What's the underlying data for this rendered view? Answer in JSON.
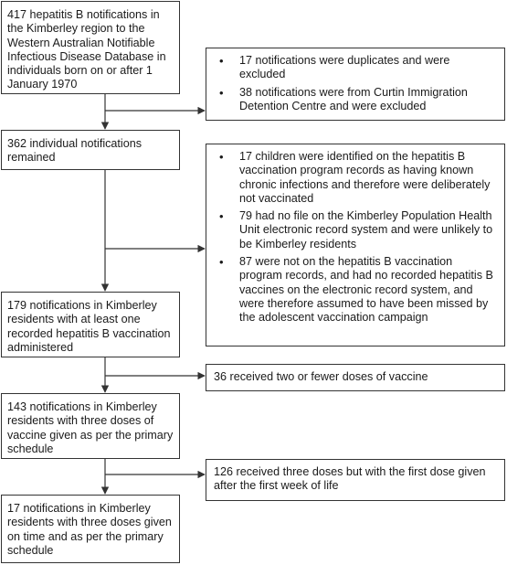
{
  "flow": {
    "step1": "417 hepatitis B notifications in the Kimberley region to the Western Australian Notifiable Infectious Disease Database in individuals born on or after 1 January 1970",
    "exclusion1": [
      "17 notifications were duplicates and were excluded",
      "38 notifications were from Curtin Immigration Detention Centre and were excluded"
    ],
    "step2": "362 individual notifications remained",
    "exclusion2": [
      "17 children were identified on the hepatitis B vaccination program records as having known chronic infections and therefore were deliberately not vaccinated",
      "79 had no file on the Kimberley Population Health Unit electronic record system and were unlikely to be Kimberley residents",
      "87 were not on the hepatitis B vaccination program records, and had no recorded hepatitis B vaccines on the electronic record system, and were therefore assumed to have been missed by the adolescent vaccination campaign"
    ],
    "step3": "179 notifications in Kimberley residents with at least one recorded hepatitis B vaccination administered",
    "exclusion3": "36 received two or fewer doses of vaccine",
    "step4": "143 notifications in Kimberley residents with three doses of vaccine given as per the primary schedule",
    "exclusion4": "126 received three doses but with the first dose given after the first week of  life",
    "step5": "17 notifications in Kimberley residents with three doses given on time and as per the primary schedule"
  }
}
